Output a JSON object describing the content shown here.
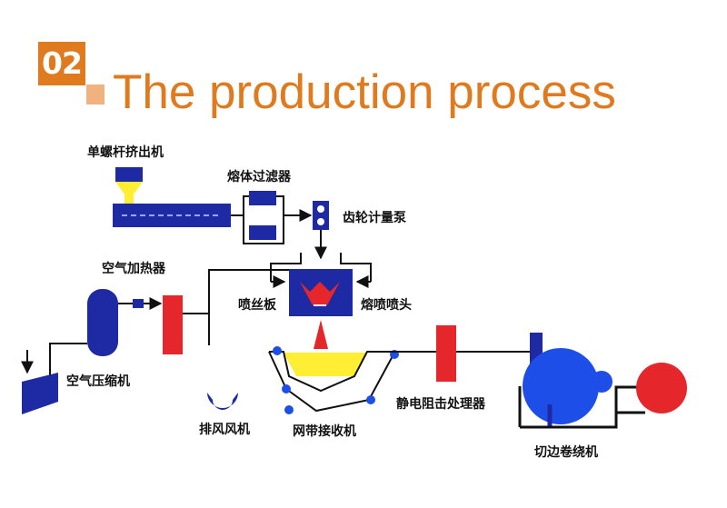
{
  "header": {
    "section_number": "02",
    "title": "The production process"
  },
  "labels": {
    "extruder": "单螺杆挤出机",
    "melt_filter": "熔体过滤器",
    "gear_pump": "齿轮计量泵",
    "air_heater": "空气加热器",
    "spinneret": "喷丝板",
    "melt_blow_head": "熔喷喷头",
    "air_compressor": "空气压缩机",
    "exhaust_fan": "排风风机",
    "mesh_belt_receiver": "网带接收机",
    "electrostatic_treater": "静电阻击处理器",
    "edge_cut_winder": "切边卷绕机"
  },
  "colors": {
    "accent": "#e07a1f",
    "equipment_blue": "#1e2aa3",
    "bright_blue": "#1d4ee8",
    "red": "#e5262b",
    "yellow": "#ffee33",
    "line": "#111111"
  }
}
